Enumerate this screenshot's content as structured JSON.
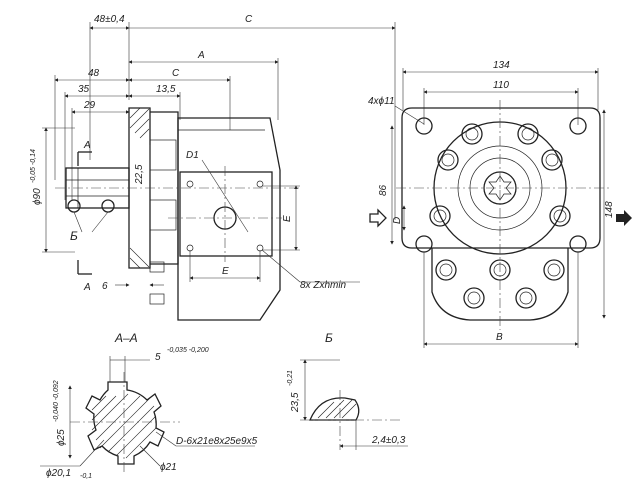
{
  "dimensions": {
    "top_48": "48±0,4",
    "top_C": "C",
    "A": "A",
    "C": "C",
    "d48": "48",
    "d35": "35",
    "d29": "29",
    "d13_5": "13,5",
    "d22_5": "22,5",
    "d6": "6",
    "phi90": "ϕ90",
    "phi90_tol": "-0,05 -0,14",
    "D1": "D1",
    "E_vert": "E",
    "E_horiz": "E",
    "holes": "8x Zxhmin",
    "d134": "134",
    "d110": "110",
    "holes4": "4xϕ11",
    "d86": "86",
    "d148": "148",
    "D": "D",
    "B": "B",
    "d5": "5",
    "d5_tol": "-0,035 -0,200",
    "phi25": "ϕ25",
    "phi25_tol": "-0,040 -0,092",
    "spline": "D-6x21e8x25e9x5",
    "phi20_1": "ϕ20,1",
    "phi20_1_tol": "-0,1",
    "phi21": "ϕ21",
    "d23_5": "23,5",
    "d23_5_tol": "-0,21",
    "d2_4": "2,4±0,3"
  },
  "labels": {
    "section_AA": "A–A",
    "view_B": "Б",
    "cut_A_top": "A",
    "cut_A_bottom": "A",
    "mark_B": "Б"
  }
}
